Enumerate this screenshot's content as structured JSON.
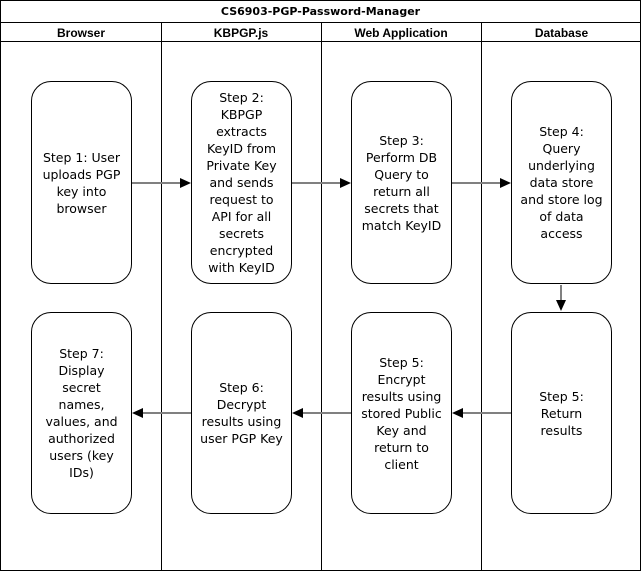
{
  "title": "CS6903-PGP-Password-Manager",
  "lanes": [
    {
      "label": "Browser"
    },
    {
      "label": "KBPGP.js"
    },
    {
      "label": "Web Application"
    },
    {
      "label": "Database"
    }
  ],
  "nodes": [
    {
      "id": "step1",
      "lane": "Browser",
      "row": "top",
      "text": "Step 1: User\nuploads PGP\nkey into\nbrowser"
    },
    {
      "id": "step2",
      "lane": "KBPGP.js",
      "row": "top",
      "text": "Step 2:\nKBPGP\nextracts\nKeyID from\nPrivate Key\nand sends\nrequest to\nAPI for all\nsecrets\nencrypted\nwith KeyID"
    },
    {
      "id": "step3",
      "lane": "Web Application",
      "row": "top",
      "text": "Step 3:\nPerform DB\nQuery to\nreturn all\nsecrets that\nmatch KeyID"
    },
    {
      "id": "step4",
      "lane": "Database",
      "row": "top",
      "text": "Step 4:\nQuery\nunderlying\ndata store\nand store log\nof data\naccess"
    },
    {
      "id": "step5-db",
      "lane": "Database",
      "row": "bottom",
      "text": "Step 5:\nReturn\nresults"
    },
    {
      "id": "step5-webapp",
      "lane": "Web Application",
      "row": "bottom",
      "text": "Step 5:\nEncrypt\nresults using\nstored Public\nKey and\nreturn to\nclient"
    },
    {
      "id": "step6",
      "lane": "KBPGP.js",
      "row": "bottom",
      "text": "Step 6:\nDecrypt\nresults using\nuser PGP Key"
    },
    {
      "id": "step7",
      "lane": "Browser",
      "row": "bottom",
      "text": "Step 7:\nDisplay\nsecret\nnames,\nvalues, and\nauthorized\nusers (key\nIDs)"
    }
  ],
  "edges": [
    {
      "from": "step1",
      "to": "step2",
      "direction": "right"
    },
    {
      "from": "step2",
      "to": "step3",
      "direction": "right"
    },
    {
      "from": "step3",
      "to": "step4",
      "direction": "right"
    },
    {
      "from": "step4",
      "to": "step5-db",
      "direction": "down"
    },
    {
      "from": "step5-db",
      "to": "step5-webapp",
      "direction": "left"
    },
    {
      "from": "step5-webapp",
      "to": "step6",
      "direction": "left"
    },
    {
      "from": "step6",
      "to": "step7",
      "direction": "left"
    }
  ],
  "colors": {
    "background": "#ffffff",
    "border": "#000000",
    "text": "#000000",
    "connector_line": "#808080",
    "arrowhead": "#000000"
  }
}
